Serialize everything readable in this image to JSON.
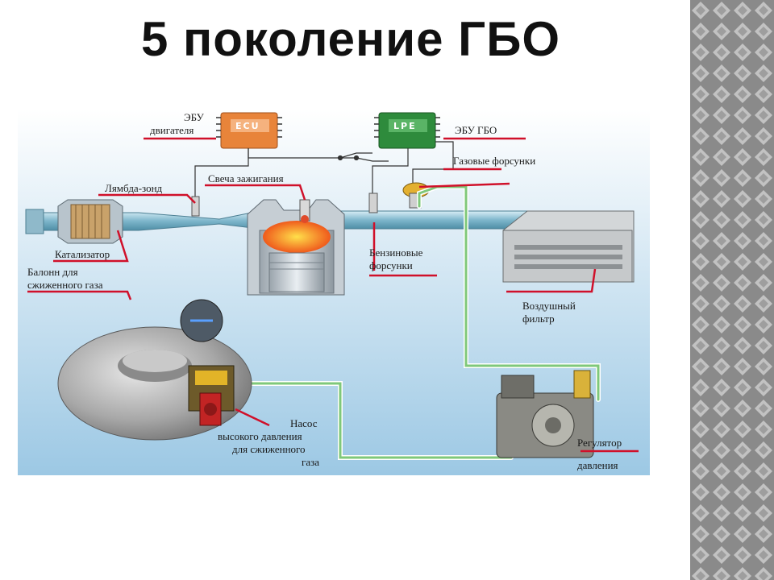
{
  "title": "5 поколение ГБО",
  "diagram": {
    "ecu_chip": "ECU",
    "lpe_chip": "LPE",
    "labels": {
      "ecu_engine_1": "ЭБУ",
      "ecu_engine_2": "двигателя",
      "ecu_lpg": "ЭБУ ГБО",
      "gas_injectors": "Газовые форсунки",
      "spark_plug": "Свеча зажигания",
      "lambda": "Лямбда-зонд",
      "catalyst": "Катализатор",
      "tank_1": "Балонн для",
      "tank_2": "сжиженного газа",
      "petrol_inj_1": "Бензиновые",
      "petrol_inj_2": "форсунки",
      "air_filter_1": "Воздушный",
      "air_filter_2": "фильтр",
      "pump_1": "Насос",
      "pump_2": "высокого давления",
      "pump_3": "для сжиженного",
      "pump_4": "газа",
      "regulator_1": "Регулятор",
      "regulator_2": "давления"
    }
  },
  "colors": {
    "leader": "#d0102a",
    "gas_line": "#7fc87a",
    "ecu_box": "#e8843a",
    "lpe_box": "#2e8b3c"
  }
}
